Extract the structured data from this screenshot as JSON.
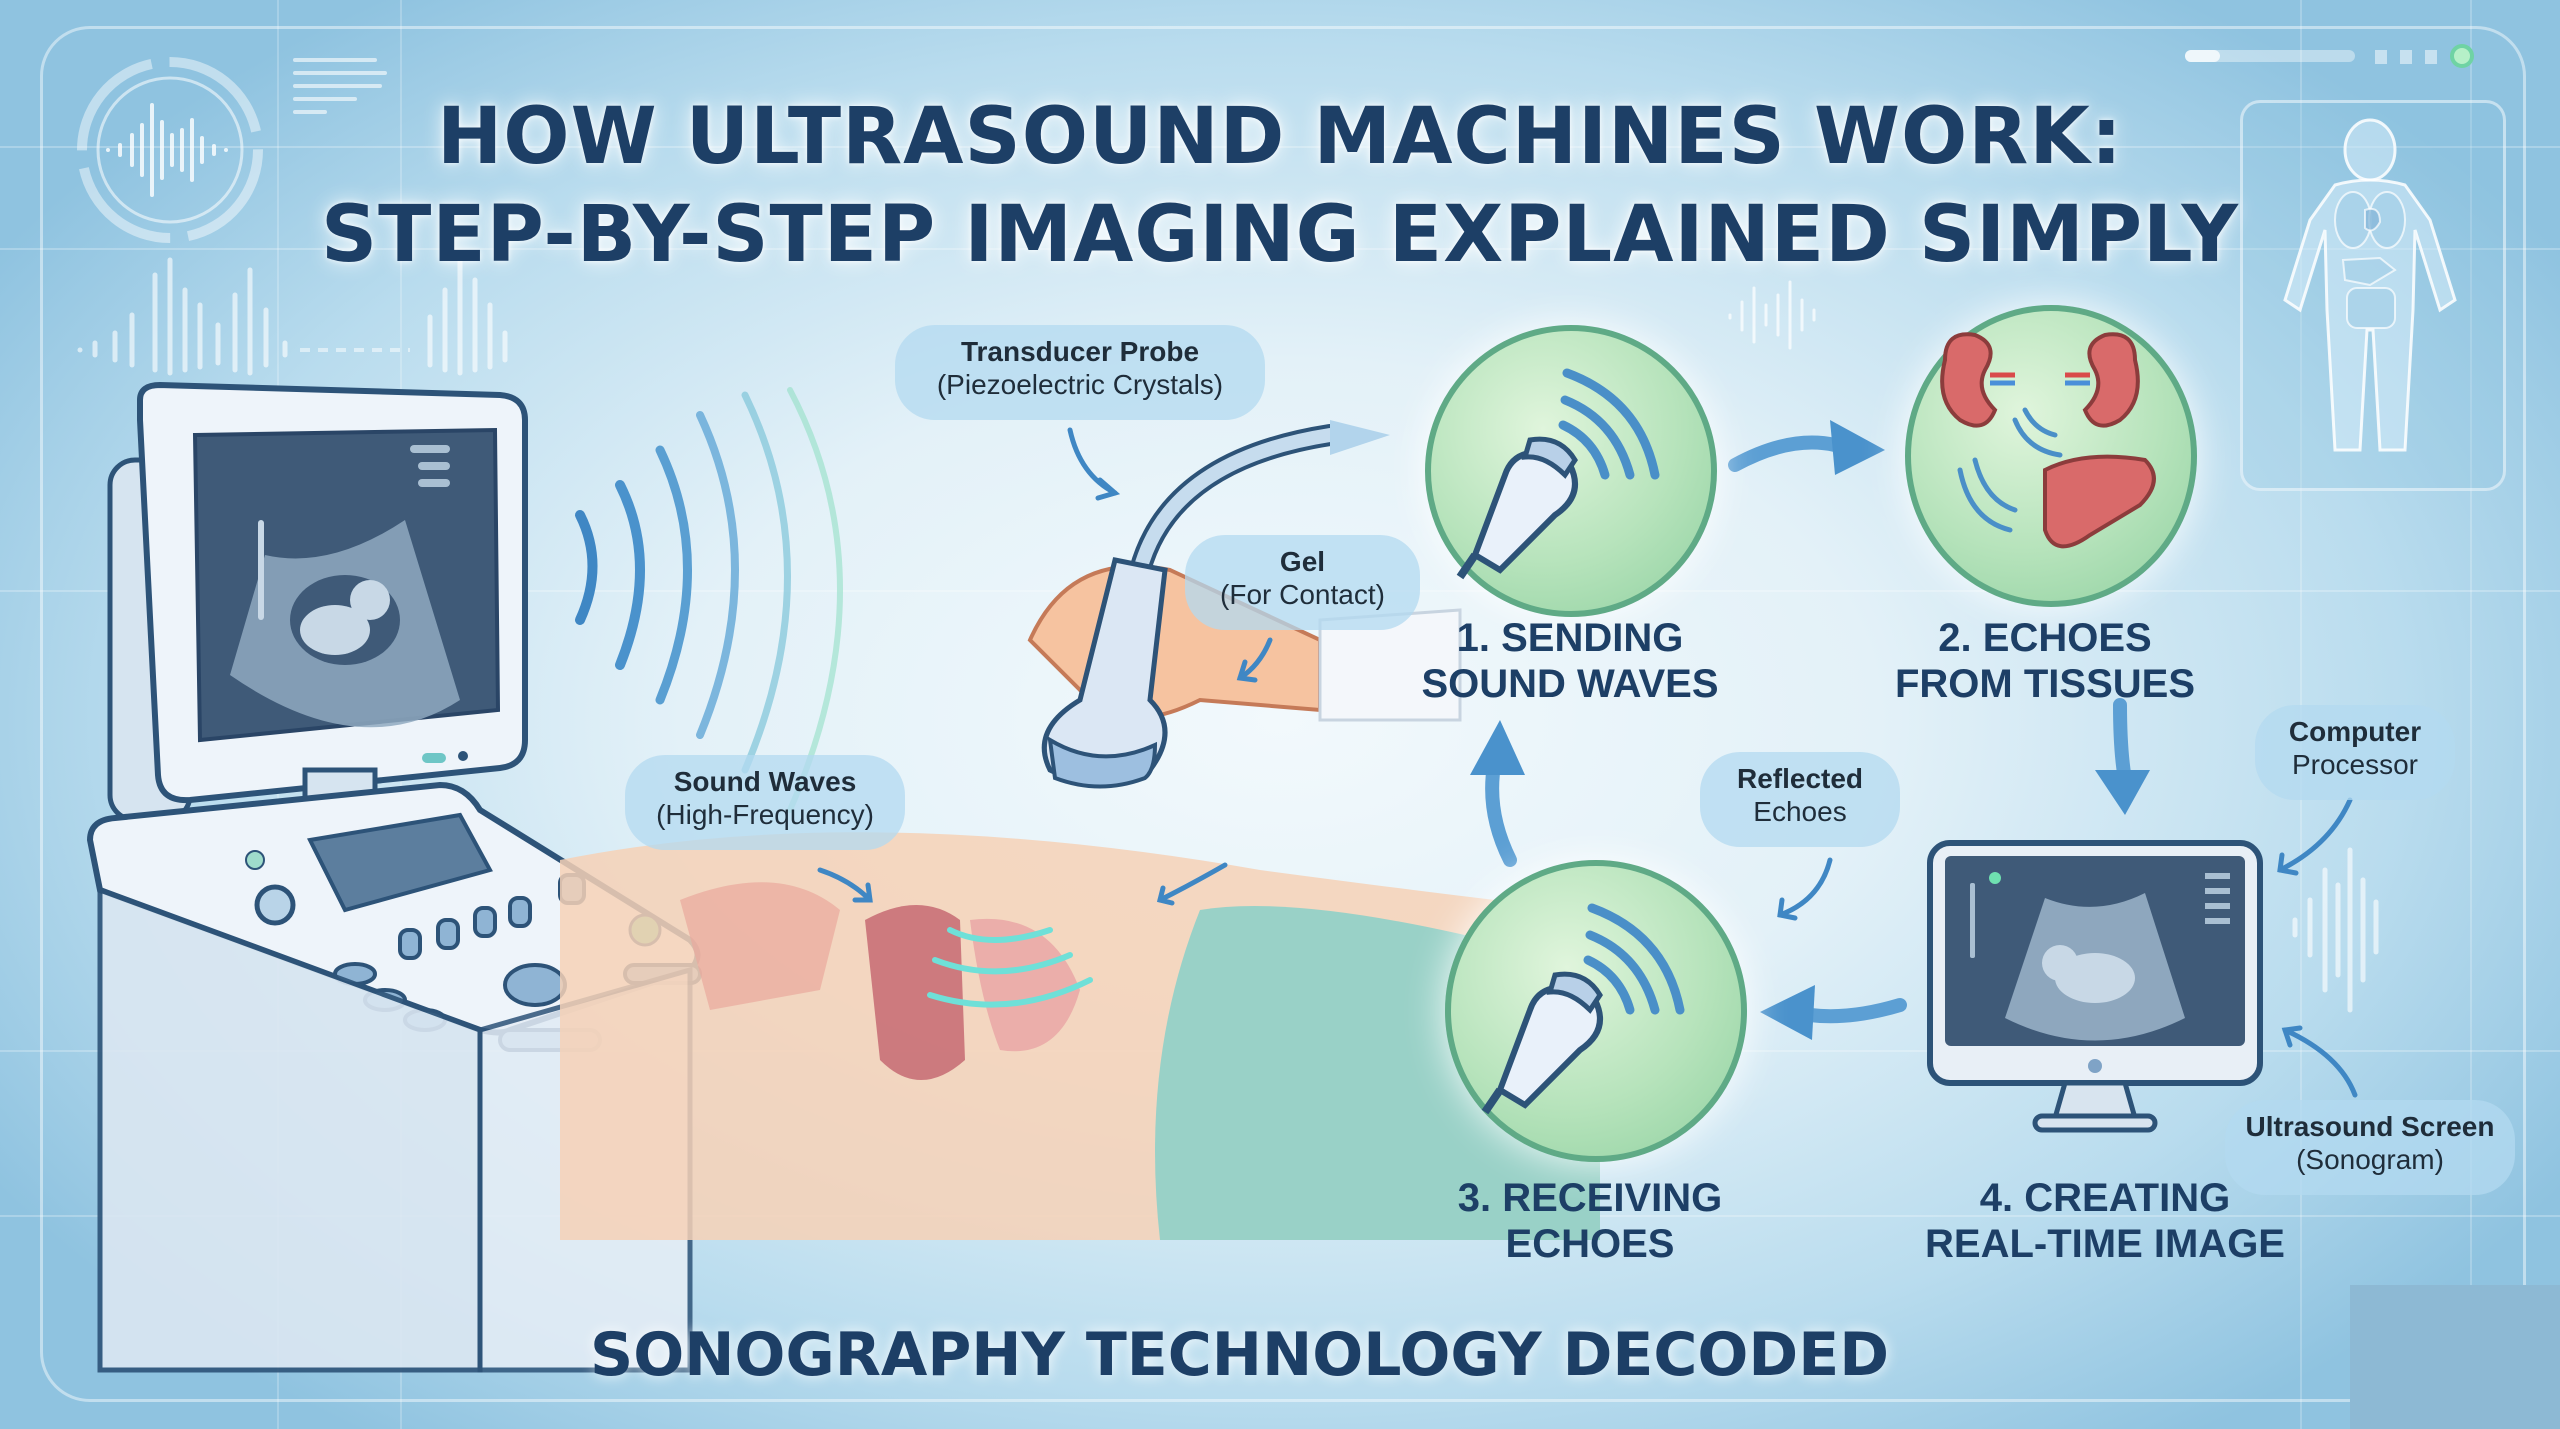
{
  "title": {
    "line1": "HOW ULTRASOUND MACHINES WORK:",
    "line2": "STEP-BY-STEP IMAGING EXPLAINED SIMPLY"
  },
  "subtitle": "SONOGRAPHY TECHNOLOGY DECODED",
  "callouts": {
    "transducer": {
      "bold": "Transducer Probe",
      "normal": "(Piezoelectric Crystals)"
    },
    "gel": {
      "bold": "Gel",
      "normal": "(For Contact)"
    },
    "sound_waves": {
      "bold": "Sound Waves",
      "normal": "(High-Frequency)"
    },
    "reflected": {
      "bold": "Reflected",
      "normal": "Echoes"
    },
    "processor": {
      "bold": "Computer",
      "normal": "Processor"
    },
    "screen": {
      "bold": "Ultrasound Screen",
      "normal": "(Sonogram)"
    }
  },
  "steps": [
    {
      "line1": "1. SENDING",
      "line2": "SOUND WAVES",
      "icon": "probe-emitting-waves-icon"
    },
    {
      "line1": "2. ECHOES",
      "line2": "FROM TISSUES",
      "icon": "kidneys-liver-icon"
    },
    {
      "line1": "3. RECEIVING",
      "line2": "ECHOES",
      "icon": "probe-receiving-waves-icon"
    },
    {
      "line1": "4. CREATING",
      "line2": "REAL-TIME IMAGE",
      "icon": "monitor-sonogram-icon"
    }
  ],
  "colors": {
    "title": "#1d3f66",
    "accent_blue": "#3f87c4",
    "circle_green": "#b6e3bb",
    "circle_border": "#5faa86",
    "callout_bg": "#b3daf0",
    "skin": "#f4c4a4",
    "organ": "#c86464"
  }
}
